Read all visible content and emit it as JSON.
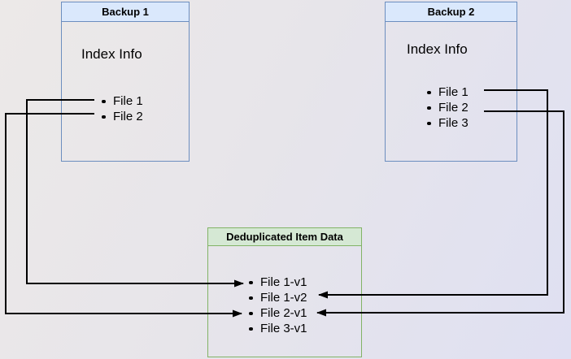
{
  "backup1": {
    "title": "Backup 1",
    "subtitle": "Index Info",
    "items": [
      "File 1",
      "File 2"
    ]
  },
  "backup2": {
    "title": "Backup 2",
    "subtitle": "Index Info",
    "items": [
      "File 1",
      "File 2",
      "File 3"
    ]
  },
  "dedup": {
    "title": "Deduplicated Item Data",
    "items": [
      "File 1-v1",
      "File 1-v2",
      "File 2-v1",
      "File 3-v1"
    ]
  },
  "connections": [
    {
      "from": "Backup 1 / File 1",
      "to": "File 1-v1"
    },
    {
      "from": "Backup 1 / File 2",
      "to": "File 2-v1"
    },
    {
      "from": "Backup 2 / File 1",
      "to": "File 1-v2"
    },
    {
      "from": "Backup 2 / File 2",
      "to": "File 2-v1"
    }
  ],
  "colors": {
    "backup_header_fill": "#dae8fc",
    "backup_border": "#6c8ebf",
    "dedup_header_fill": "#d5e8d4",
    "dedup_border": "#82b366",
    "arrow": "#000000",
    "background_start": "#ece9e8",
    "background_end": "#dfe0f2"
  }
}
